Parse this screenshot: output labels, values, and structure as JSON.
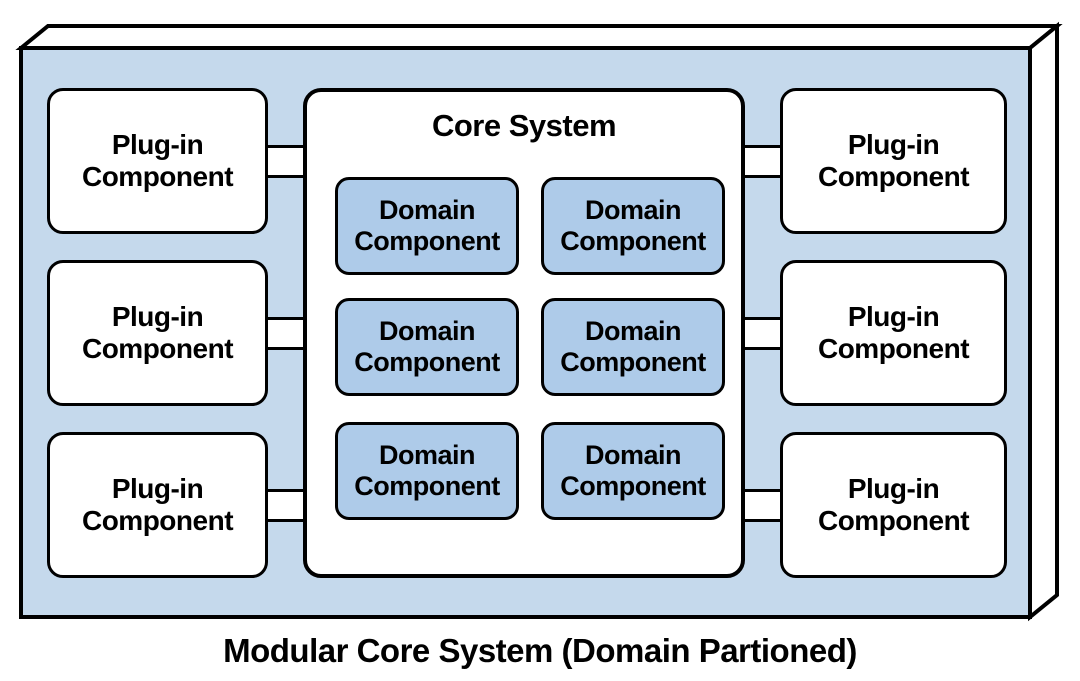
{
  "caption": "Modular Core System (Domain Partioned)",
  "core": {
    "title": "Core System",
    "domain_components": [
      {
        "label": "Domain\nComponent"
      },
      {
        "label": "Domain\nComponent"
      },
      {
        "label": "Domain\nComponent"
      },
      {
        "label": "Domain\nComponent"
      },
      {
        "label": "Domain\nComponent"
      },
      {
        "label": "Domain\nComponent"
      }
    ]
  },
  "plugins_left": [
    {
      "label": "Plug-in\nComponent"
    },
    {
      "label": "Plug-in\nComponent"
    },
    {
      "label": "Plug-in\nComponent"
    }
  ],
  "plugins_right": [
    {
      "label": "Plug-in\nComponent"
    },
    {
      "label": "Plug-in\nComponent"
    },
    {
      "label": "Plug-in\nComponent"
    }
  ],
  "colors": {
    "outer_bg": "#c5d9ec",
    "domain_fill": "#aecbe9",
    "component_fill": "#ffffff",
    "face_fill": "#ffffff",
    "border_color": "#000000",
    "text_color": "#000000",
    "page_bg": "#ffffff"
  }
}
